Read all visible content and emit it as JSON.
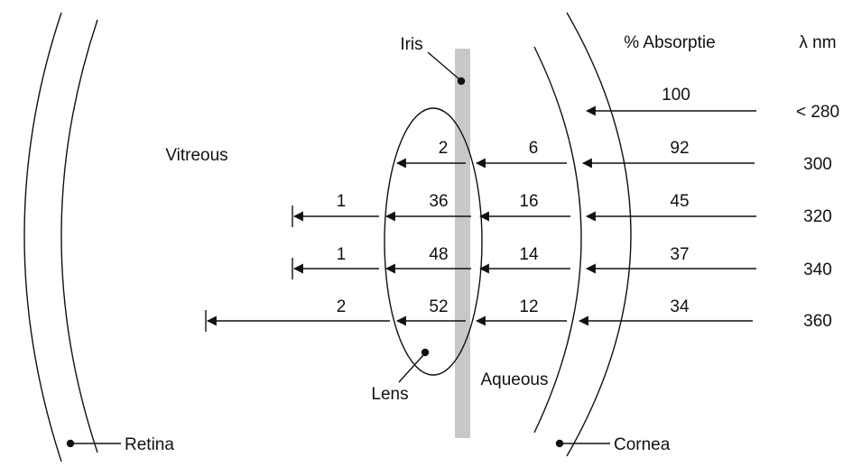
{
  "labels": {
    "iris": "Iris",
    "vitreous": "Vitreous",
    "lens": "Lens",
    "aqueous": "Aqueous",
    "retina": "Retina",
    "cornea": "Cornea",
    "absorption_header": "% Absorptie",
    "wavelength_header": "λ nm"
  },
  "colors": {
    "ink": "#111111",
    "iris_bar": "#c8c8c8",
    "background": "#ffffff"
  },
  "rows": [
    {
      "wavelength": "< 280",
      "cornea": "100",
      "aqueous": "",
      "lens": "",
      "vitreous": ""
    },
    {
      "wavelength": "300",
      "cornea": "92",
      "aqueous": "6",
      "lens": "2",
      "vitreous": ""
    },
    {
      "wavelength": "320",
      "cornea": "45",
      "aqueous": "16",
      "lens": "36",
      "vitreous": "1"
    },
    {
      "wavelength": "340",
      "cornea": "37",
      "aqueous": "14",
      "lens": "48",
      "vitreous": "1"
    },
    {
      "wavelength": "360",
      "cornea": "34",
      "aqueous": "12",
      "lens": "52",
      "vitreous": "2"
    }
  ]
}
